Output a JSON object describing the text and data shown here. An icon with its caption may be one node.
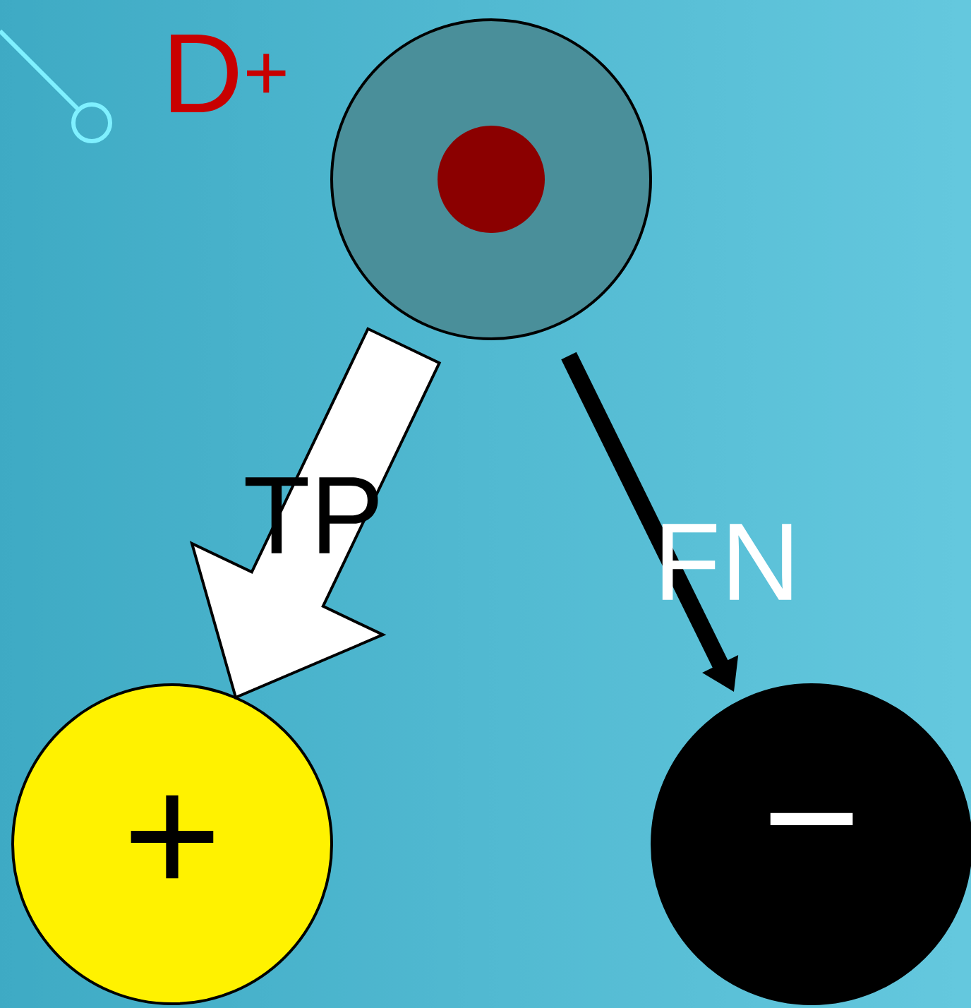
{
  "diagram": {
    "nodes": [
      {
        "text": [],
        "shape": "circle",
        "beside": [
          "D$^{+}$"
        ]
      },
      {
        "text": [
          "+"
        ]
      },
      {
        "text": [
          "−"
        ]
      }
    ],
    "edges": [
      {
        "from": 0,
        "to": 1,
        "arrow": "to",
        "label": "TP",
        "style": "thick",
        "color": "#ffffff"
      },
      {
        "from": 0,
        "to": 2,
        "arrow": "to",
        "label": "FN",
        "color": "#000000"
      }
    ]
  }
}
